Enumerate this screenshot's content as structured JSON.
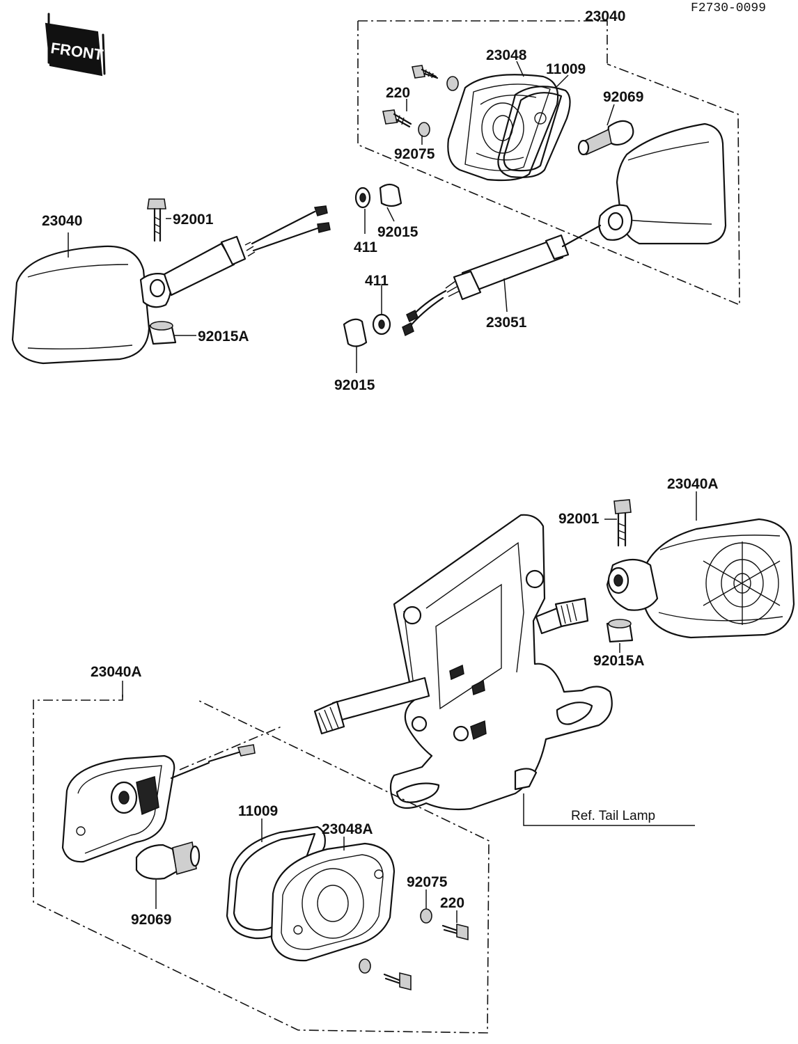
{
  "figure_code": "F2730-0099",
  "front_marker": "FRONT",
  "ref_note": "Ref. Tail Lamp",
  "labels": {
    "l_23040_top": "23040",
    "l_23048": "23048",
    "l_11009_top": "11009",
    "l_220_top": "220",
    "l_92069_top": "92069",
    "l_92075_top": "92075",
    "l_23040_left": "23040",
    "l_92001_top": "92001",
    "l_411_a": "411",
    "l_92015_a": "92015",
    "l_411_b": "411",
    "l_23051": "23051",
    "l_92015A_top": "92015A",
    "l_92015_b": "92015",
    "l_23040A_right": "23040A",
    "l_92001_bot": "92001",
    "l_92015A_bot": "92015A",
    "l_23040A_left": "23040A",
    "l_11009_bot": "11009",
    "l_23048A": "23048A",
    "l_92075_bot": "92075",
    "l_220_bot": "220",
    "l_92069_bot": "92069"
  }
}
